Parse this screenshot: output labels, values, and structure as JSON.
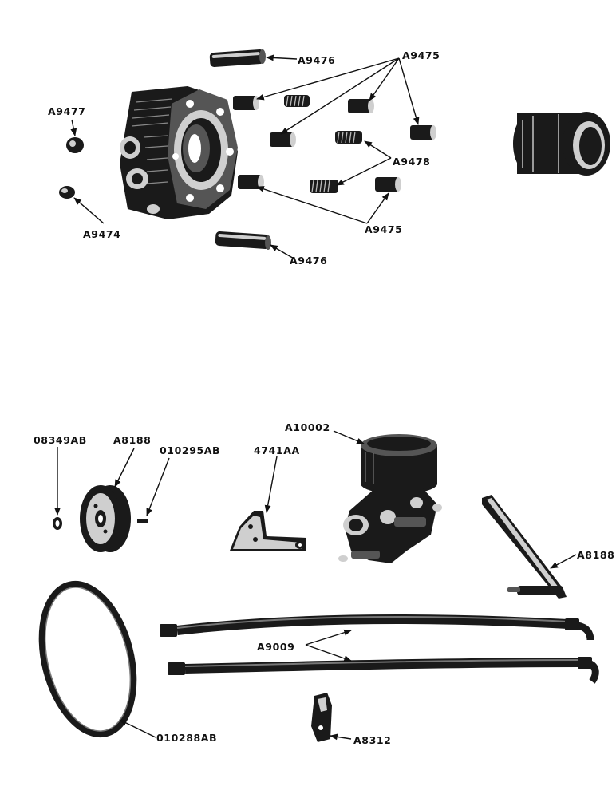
{
  "upper_group": {
    "labels": {
      "a9476_top": "A9476",
      "a9475_top": "A9475",
      "a9477": "A9477",
      "a9474": "A9474",
      "a9478": "A9478",
      "a9475_bottom": "A9475",
      "a9476_bottom": "A9476"
    }
  },
  "lower_group": {
    "labels": {
      "p08349ab": "08349AB",
      "a8188_pulley": "A8188",
      "p010295ab": "010295AB",
      "p4741aa": "4741AA",
      "a10002": "A10002",
      "a8188_lever": "A8188",
      "a9009": "A9009",
      "p010288ab": "010288AB",
      "a8312": "A8312"
    }
  },
  "icons": [
    "pump-body-icon",
    "pin-icon",
    "spring-icon",
    "bushing-icon",
    "seal-ring-icon",
    "pulley-icon",
    "key-icon",
    "bracket-icon",
    "reservoir-icon",
    "lever-icon",
    "hose-icon",
    "belt-icon",
    "clip-icon"
  ]
}
